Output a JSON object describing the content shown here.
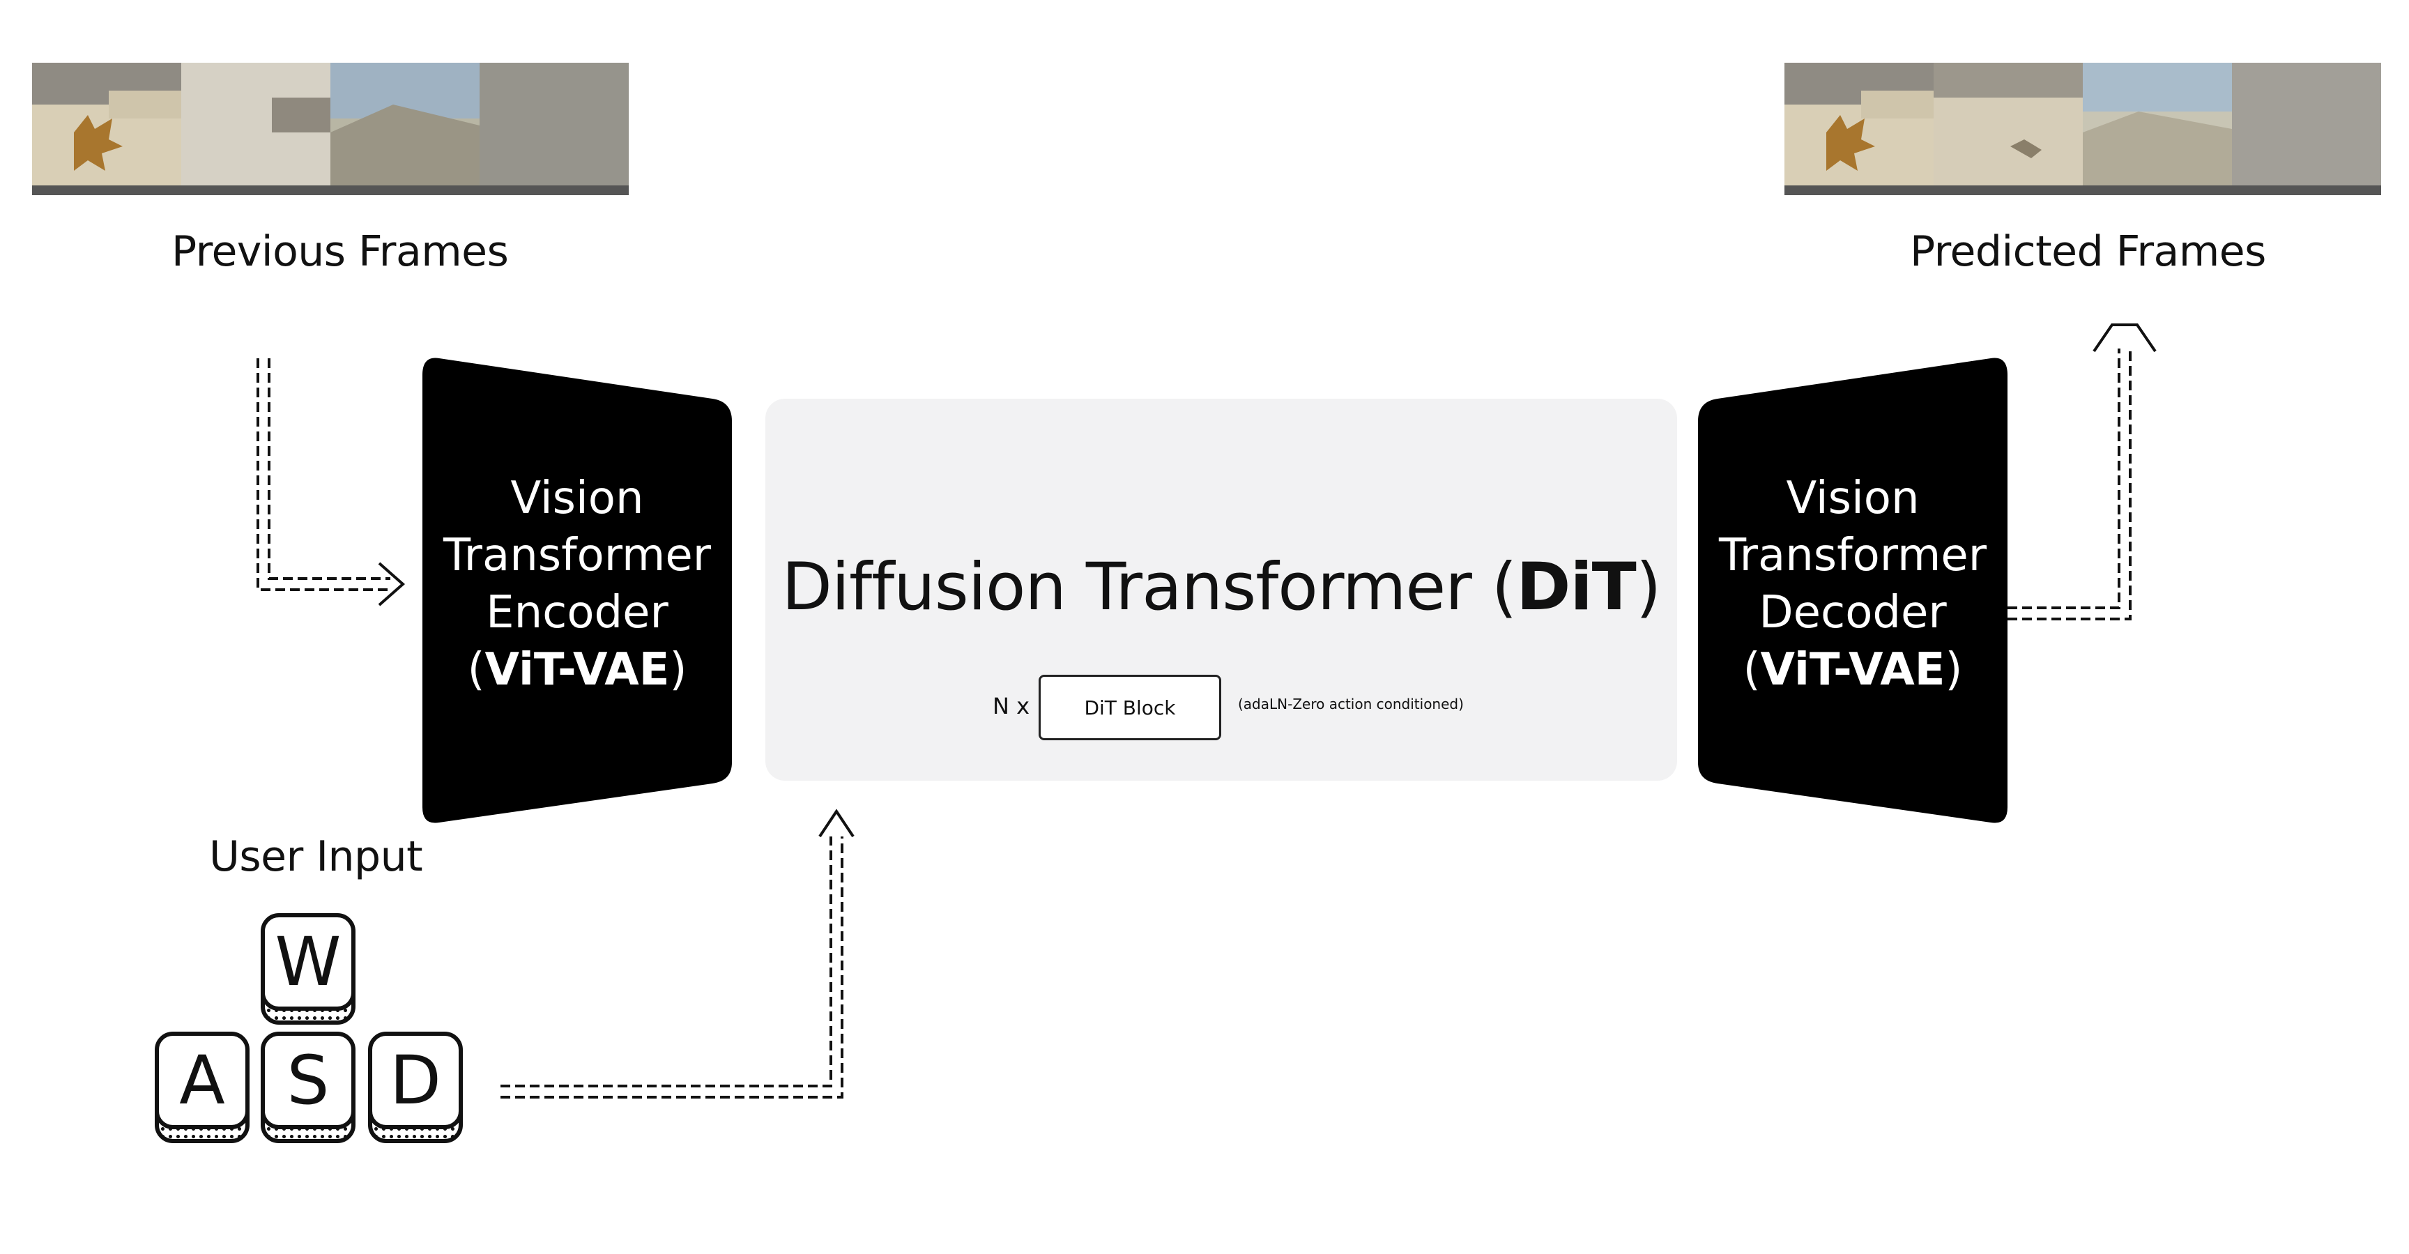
{
  "inputs": {
    "previous_frames_caption": "Previous Frames",
    "user_input_caption": "User Input",
    "keys": [
      "W",
      "A",
      "S",
      "D"
    ]
  },
  "outputs": {
    "predicted_frames_caption": "Predicted Frames"
  },
  "encoder": {
    "line1": "Vision",
    "line2": "Transformer",
    "line3": "Encoder",
    "abbr": "ViT-VAE"
  },
  "decoder": {
    "line1": "Vision",
    "line2": "Transformer",
    "line3": "Decoder",
    "abbr": "ViT-VAE"
  },
  "dit": {
    "title_prefix": "Diffusion Transformer (",
    "title_abbr": "DiT",
    "title_suffix": ")",
    "repeat_label": "N x",
    "block_label": "DiT Block",
    "conditioning_note": "(adaLN-Zero action conditioned)"
  },
  "colors": {
    "block_fill": "#000000",
    "dit_panel": "#f2f2f3",
    "sand": "#d9cfb6",
    "text": "#111111"
  }
}
